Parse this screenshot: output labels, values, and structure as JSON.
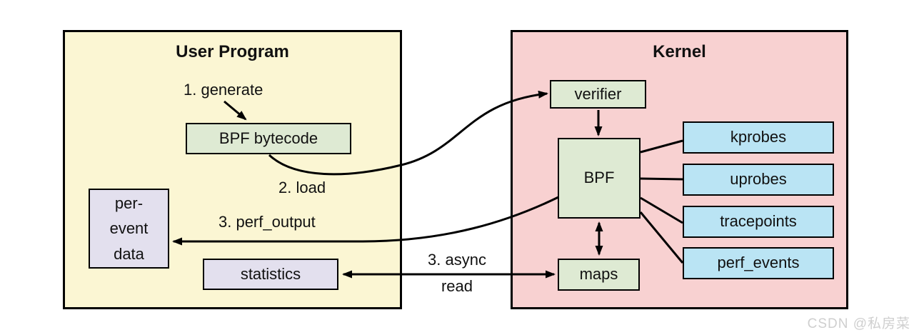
{
  "diagram": {
    "user_program": {
      "title": "User Program",
      "nodes": {
        "bpf_bytecode": "BPF bytecode",
        "per_event_data": "per-\nevent\ndata",
        "statistics": "statistics"
      }
    },
    "kernel": {
      "title": "Kernel",
      "nodes": {
        "verifier": "verifier",
        "bpf": "BPF",
        "maps": "maps",
        "kprobes": "kprobes",
        "uprobes": "uprobes",
        "tracepoints": "tracepoints",
        "perf_events": "perf_events"
      }
    },
    "labels": {
      "step1": "1. generate",
      "step2": "2. load",
      "step3_perf": "3. perf_output",
      "step3_async": "3. async",
      "step3_async_read": "read"
    },
    "watermark": "CSDN @私房菜",
    "colors": {
      "user_program_fill": "#FBF6D3",
      "kernel_fill": "#F8D1D1",
      "program_node_fill": "#DEEAD3",
      "event_source_fill": "#BAE4F4",
      "userdata_node_fill": "#E3E0EE",
      "line": "#000000"
    }
  }
}
